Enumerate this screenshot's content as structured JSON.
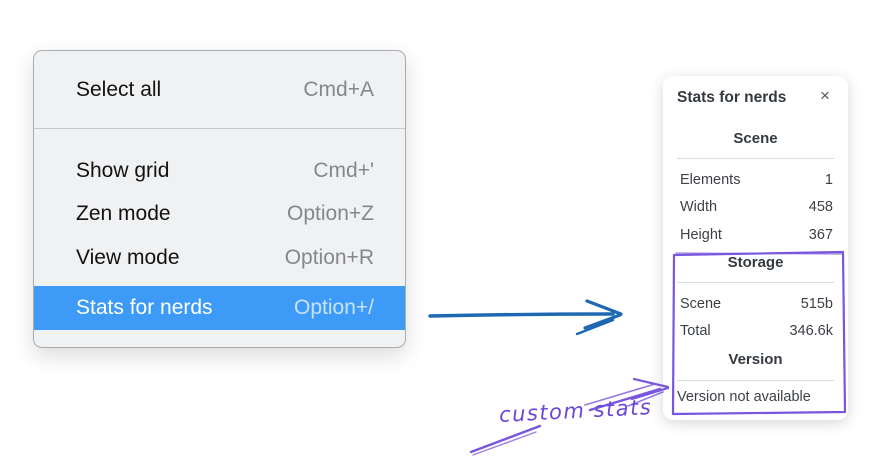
{
  "context_menu": {
    "items": [
      {
        "label": "Select all",
        "shortcut": "Cmd+A"
      },
      {
        "label": "Show grid",
        "shortcut": "Cmd+'"
      },
      {
        "label": "Zen mode",
        "shortcut": "Option+Z"
      },
      {
        "label": "View mode",
        "shortcut": "Option+R"
      },
      {
        "label": "Stats for nerds",
        "shortcut": "Option+/"
      }
    ],
    "highlighted_item": "Stats for nerds"
  },
  "stats_panel": {
    "title": "Stats for nerds",
    "close_icon": "×",
    "sections": [
      {
        "heading": "Scene",
        "rows": [
          {
            "label": "Elements",
            "value": "1"
          },
          {
            "label": "Width",
            "value": "458"
          },
          {
            "label": "Height",
            "value": "367"
          }
        ]
      },
      {
        "heading": "Storage",
        "rows": [
          {
            "label": "Scene",
            "value": "515b"
          },
          {
            "label": "Total",
            "value": "346.6k"
          }
        ]
      },
      {
        "heading": "Version",
        "note": "Version not available"
      }
    ]
  },
  "annotations": {
    "label": "custom stats",
    "colors": {
      "menu_highlight_blue": "#3d9af7",
      "arrow_blue": "#1e68b2",
      "sketch_purple": "#7a55dd"
    }
  }
}
